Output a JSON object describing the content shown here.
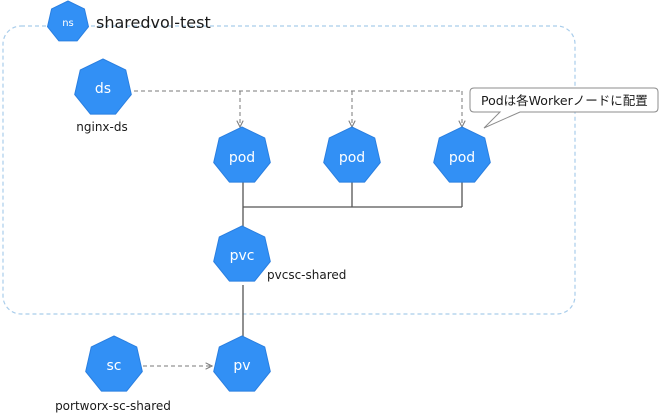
{
  "namespace": {
    "icon_label": "ns",
    "name": "sharedvol-test"
  },
  "nodes": {
    "ds": {
      "icon_label": "ds",
      "name": "nginx-ds"
    },
    "pod1": {
      "icon_label": "pod"
    },
    "pod2": {
      "icon_label": "pod"
    },
    "pod3": {
      "icon_label": "pod"
    },
    "pvc": {
      "icon_label": "pvc",
      "name": "pvcsc-shared"
    },
    "pv": {
      "icon_label": "pv"
    },
    "sc": {
      "icon_label": "sc",
      "name": "portworx-sc-shared"
    }
  },
  "callout": {
    "text": "Podは各Workerノードに配置"
  },
  "colors": {
    "node_fill": "#3290F5",
    "namespace_border": "#A9CDEB",
    "connector": "#555555",
    "dashed_connector": "#7a7a7a",
    "callout_border": "#8c8c8c"
  }
}
